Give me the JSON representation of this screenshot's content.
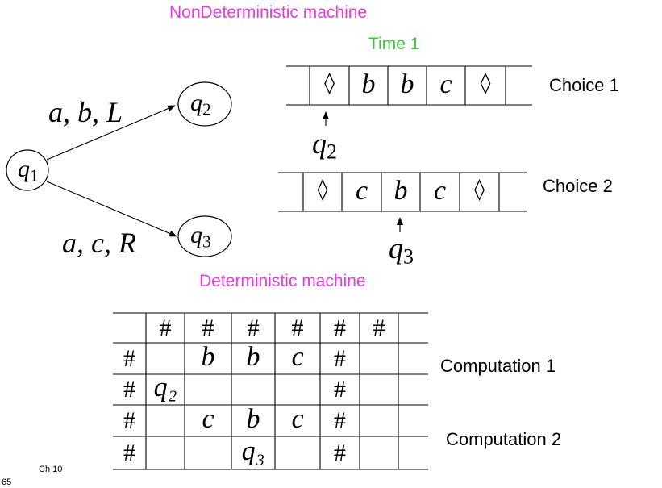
{
  "colors": {
    "title_magenta": "#e83ce0",
    "time_green": "#3cc43c",
    "ink": "#000000"
  },
  "nondeterministic": {
    "title": "NonDeterministic machine",
    "time_label": "Time 1",
    "states": {
      "q1": {
        "base": "q",
        "sub": "1"
      },
      "q2": {
        "base": "q",
        "sub": "2"
      },
      "q3": {
        "base": "q",
        "sub": "3"
      }
    },
    "transitions": {
      "upper": "a, b, L",
      "lower": "a, c, R"
    },
    "choice1": {
      "label": "Choice 1",
      "cells": [
        "◊",
        "b",
        "b",
        "c",
        "◊"
      ],
      "head": {
        "base": "q",
        "sub": "2"
      }
    },
    "choice2": {
      "label": "Choice 2",
      "cells": [
        "◊",
        "c",
        "b",
        "c",
        "◊"
      ],
      "head": {
        "base": "q",
        "sub": "3"
      }
    }
  },
  "deterministic": {
    "title": "Deterministic machine",
    "grid": [
      [
        "",
        "#",
        "#",
        "#",
        "#",
        "#",
        "#",
        ""
      ],
      [
        "#",
        "",
        "b",
        "b",
        "c",
        "#",
        "",
        ""
      ],
      [
        "#",
        "q₂",
        "",
        "",
        "",
        "#",
        "",
        ""
      ],
      [
        "#",
        "",
        "c",
        "b",
        "c",
        "#",
        "",
        ""
      ],
      [
        "#",
        "",
        "",
        "q₃",
        "",
        "#",
        "",
        ""
      ]
    ],
    "row_labels": {
      "computation1": "Computation 1",
      "computation2": "Computation 2"
    }
  },
  "footer": {
    "chapter": "Ch 10",
    "page_number": "65"
  }
}
